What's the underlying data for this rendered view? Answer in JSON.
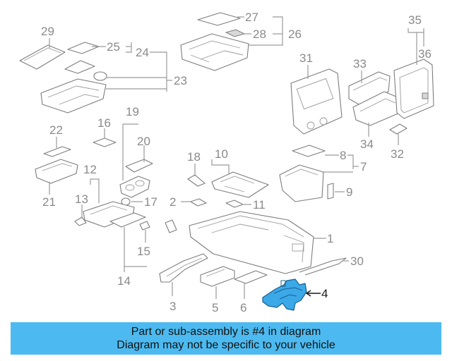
{
  "diagram": {
    "highlight_color": "#3ba9e8",
    "banner_color": "#4cbaf0",
    "highlighted_callout": "4",
    "callouts": {
      "c1": "1",
      "c2": "2",
      "c3": "3",
      "c4": "4",
      "c5": "5",
      "c6": "6",
      "c7": "7",
      "c8": "8",
      "c9": "9",
      "c10": "10",
      "c11": "11",
      "c12": "12",
      "c13": "13",
      "c14": "14",
      "c15": "15",
      "c16": "16",
      "c17": "17",
      "c18": "18",
      "c19": "19",
      "c20": "20",
      "c21": "21",
      "c22": "22",
      "c23": "23",
      "c24": "24",
      "c25": "25",
      "c26": "26",
      "c27": "27",
      "c28": "28",
      "c29": "29",
      "c30": "30",
      "c31": "31",
      "c32": "32",
      "c33": "33",
      "c34": "34",
      "c35": "35",
      "c36": "36"
    }
  },
  "banner": {
    "line1": "Part or sub-assembly is #4 in diagram",
    "line2": "Diagram may not be specific to your vehicle"
  }
}
